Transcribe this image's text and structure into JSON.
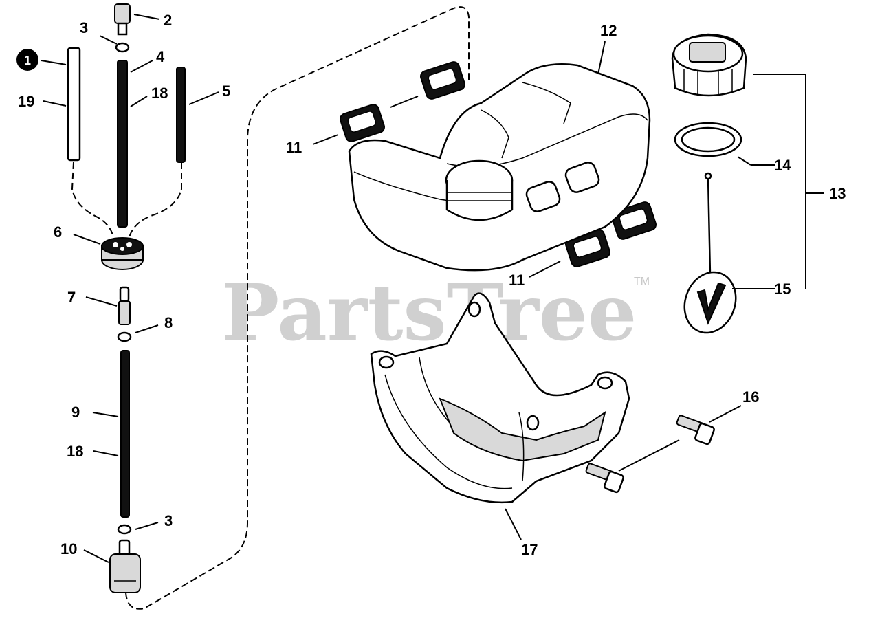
{
  "watermark": {
    "text": "PartsTree",
    "trademark": "TM"
  },
  "callouts": {
    "c1": "1",
    "c2": "2",
    "c3a": "3",
    "c3b": "3",
    "c4": "4",
    "c5": "5",
    "c6": "6",
    "c7": "7",
    "c8": "8",
    "c9": "9",
    "c10": "10",
    "c11a": "11",
    "c11b": "11",
    "c12": "12",
    "c13": "13",
    "c14": "14",
    "c15": "15",
    "c16": "16",
    "c17": "17",
    "c18a": "18",
    "c18b": "18",
    "c19": "19"
  }
}
